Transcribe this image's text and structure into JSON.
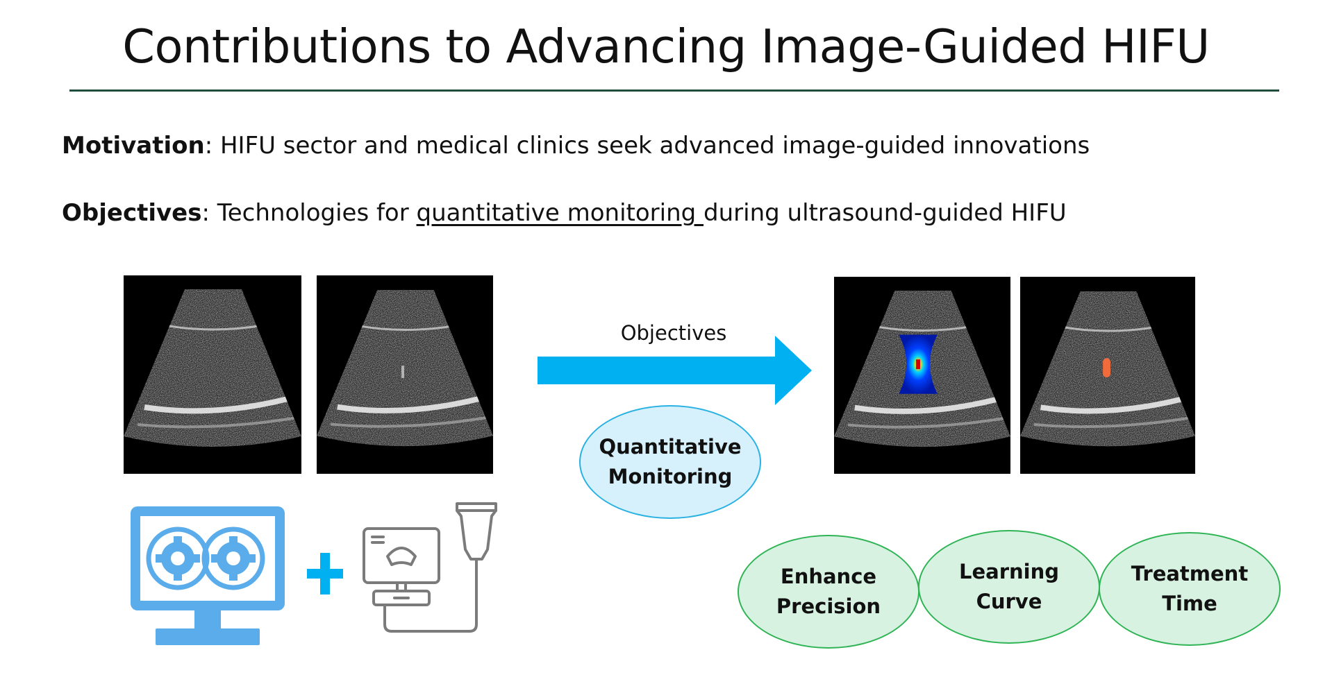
{
  "slide": {
    "title": "Contributions to Advancing Image-Guided HIFU",
    "motivation": {
      "label": "Motivation",
      "text": ":  HIFU sector and medical clinics seek advanced image-guided innovations"
    },
    "objectives": {
      "label": "Objectives",
      "prefix": ": Technologies for ",
      "underlined": "quantitative monitoring ",
      "suffix": "during ultrasound-guided HIFU"
    },
    "arrow_label": "Objectives",
    "center_ellipse": {
      "line1": "Quantitative",
      "line2": "Monitoring"
    },
    "outcomes": [
      {
        "line1": "Enhance",
        "line2": "Precision"
      },
      {
        "line1": "Learning",
        "line2": "Curve"
      },
      {
        "line1": "Treatment",
        "line2": "Time"
      }
    ]
  },
  "icons": {
    "software": "computer-gears-icon",
    "plus": "plus-icon",
    "ultrasound": "ultrasound-machine-icon"
  },
  "colors": {
    "accent_blue": "#00b0f0",
    "icon_blue": "#5aacea",
    "rule_green": "#1f4e3d",
    "ellipse_blue_fill": "#d6f1fb",
    "ellipse_green_fill": "#d8f2e2",
    "ellipse_green_stroke": "#2eb454",
    "heat_marker": "#f26b3a"
  }
}
